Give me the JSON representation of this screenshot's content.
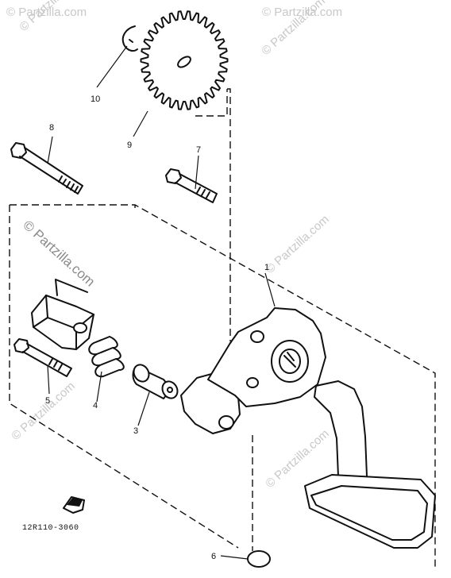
{
  "watermarks": {
    "corner": "© Partzilla.com",
    "main": "© Partzilla.com"
  },
  "callouts": {
    "p1": "1",
    "p3": "3",
    "p4": "4",
    "p5": "5",
    "p6": "6",
    "p7": "7",
    "p8": "8",
    "p9": "9",
    "p10": "10"
  },
  "diagram_code": "12R110-3060"
}
